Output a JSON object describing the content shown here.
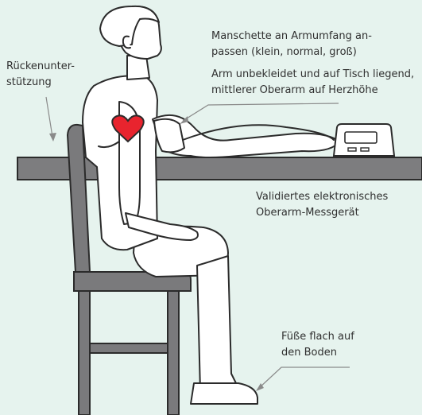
{
  "colors": {
    "background": "#e6f3ee",
    "table": "#7d7d7f",
    "chair": "#7a7a7c",
    "outline": "#2b2b2b",
    "figure_fill": "#ffffff",
    "heart": "#e8242e",
    "leader": "#8a8a8a"
  },
  "icons": {
    "heart": "heart-icon",
    "monitor": "blood-pressure-monitor-icon"
  },
  "labels": {
    "cuff": {
      "line1": "Manschette an Armumfang an-",
      "line2": "passen (klein, normal, groß)"
    },
    "arm": {
      "line1": "Arm unbekleidet und auf Tisch liegend,",
      "line2": "mittlerer Oberarm auf Herzhöhe"
    },
    "back": {
      "line1": "Rückenunter-",
      "line2": "stützung"
    },
    "device": {
      "line1": "Validiertes elektronisches",
      "line2": "Oberarm-Messgerät"
    },
    "feet": {
      "line1": "Füße flach auf",
      "line2": "den Boden"
    }
  }
}
